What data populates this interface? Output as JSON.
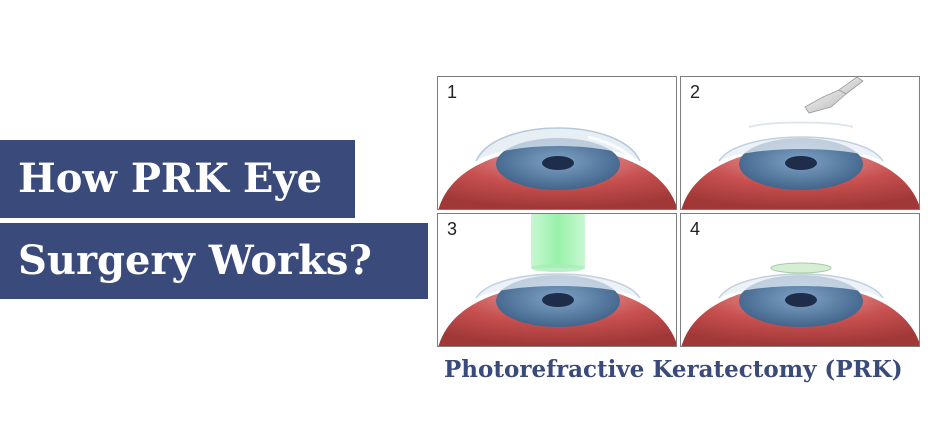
{
  "banner": {
    "line1": "How PRK Eye",
    "line2": "Surgery Works?"
  },
  "panels": [
    {
      "number": "1",
      "step": "intact-cornea"
    },
    {
      "number": "2",
      "step": "epithelium-removal"
    },
    {
      "number": "3",
      "step": "laser-reshaping"
    },
    {
      "number": "4",
      "step": "bandage-lens"
    }
  ],
  "caption": "Photorefractive Keratectomy (PRK)",
  "colors": {
    "banner_bg": "#3a4a7a",
    "banner_text": "#ffffff",
    "caption_text": "#3a4a7a",
    "iris": "#4a6e95",
    "pupil": "#1e2e4a",
    "eye_tissue": "#c85050",
    "laser": "#8cf0a0"
  }
}
